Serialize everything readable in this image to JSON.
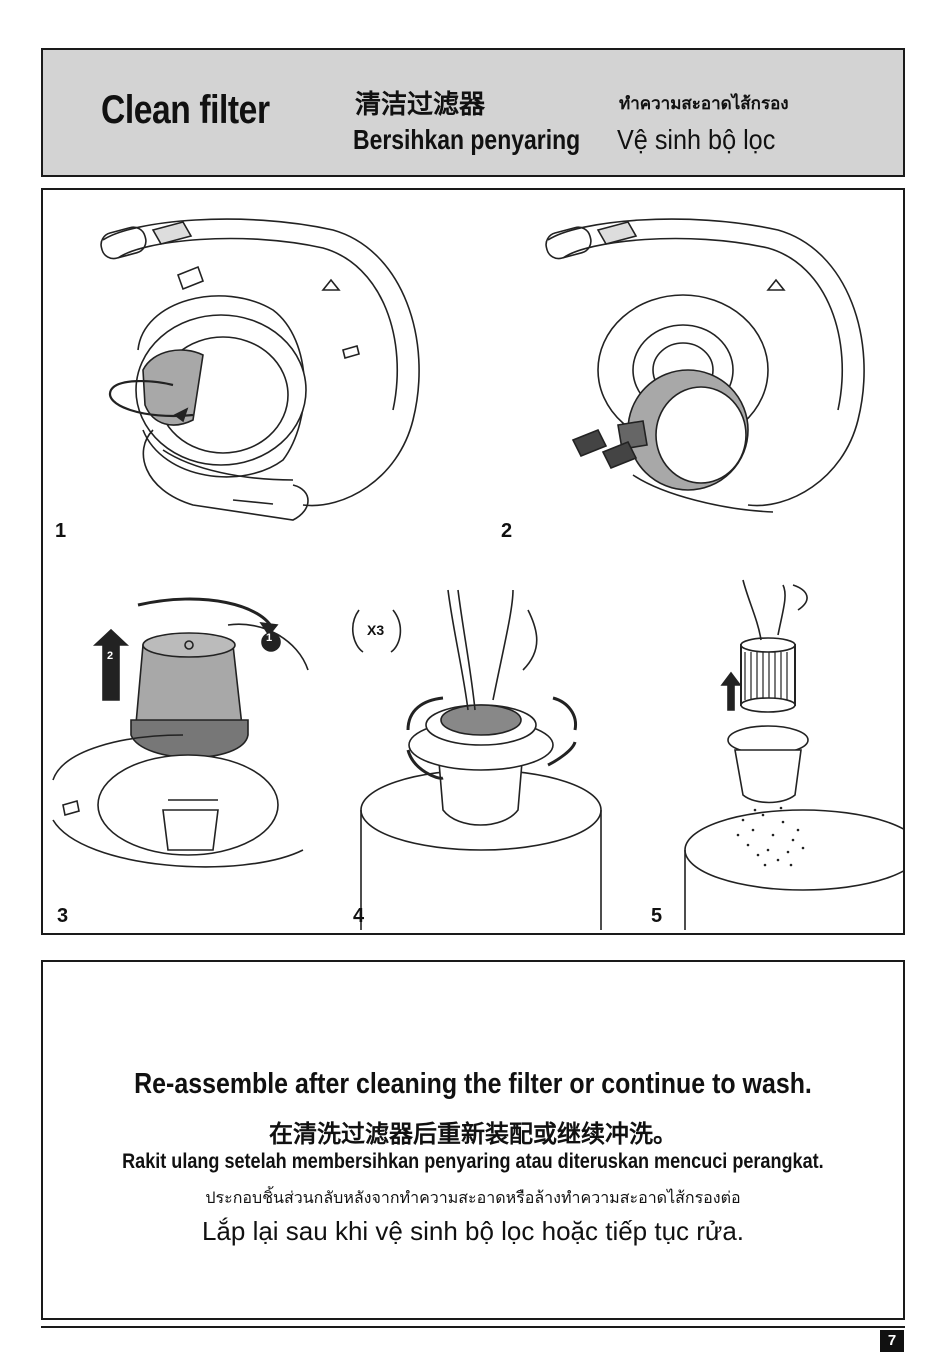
{
  "header": {
    "title_en": "Clean filter",
    "title_zh": "清洁过滤器",
    "title_th": "ทำความสะอาดไส้กรอง",
    "title_ms": "Bersihkan penyaring",
    "title_vi": "Vệ sinh bộ lọc"
  },
  "steps": {
    "step1": "1",
    "step2": "2",
    "step3": "3",
    "step4": "4",
    "step5": "5",
    "times_label": "X3",
    "arrow1_label": "1",
    "arrow2_label": "2"
  },
  "note": {
    "en": "Re-assemble after cleaning the filter or continue to wash.",
    "zh": "在清洗过滤器后重新装配或继续冲洗。",
    "ms": "Rakit ulang setelah membersihkan penyaring atau diteruskan mencuci perangkat.",
    "th": "ประกอบชิ้นส่วนกลับหลังจากทำความสะอาดหรือล้างทำความสะอาดไส้กรองต่อ",
    "vi": "Lắp lại sau khi vệ sinh bộ lọc hoặc tiếp tục rửa."
  },
  "footer": {
    "page_number": "7"
  }
}
